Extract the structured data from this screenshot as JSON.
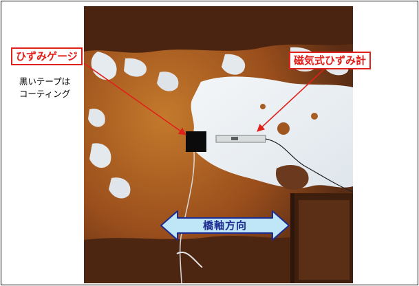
{
  "callouts": {
    "strain_gauge": "ひずみゲージ",
    "magnetic_strain_meter": "磁気式ひずみ計"
  },
  "note": {
    "line1": "黒いテープは",
    "line2": "コーティング"
  },
  "axis": {
    "label": "橋軸方向"
  },
  "colors": {
    "callout_red": "#e0201a",
    "arrow_fill": "#bfe6f7",
    "arrow_stroke": "#1d2b8f",
    "rust_dark": "#5a2d14",
    "rust_orange": "#b5651d",
    "coating_white": "#e9eef2"
  }
}
